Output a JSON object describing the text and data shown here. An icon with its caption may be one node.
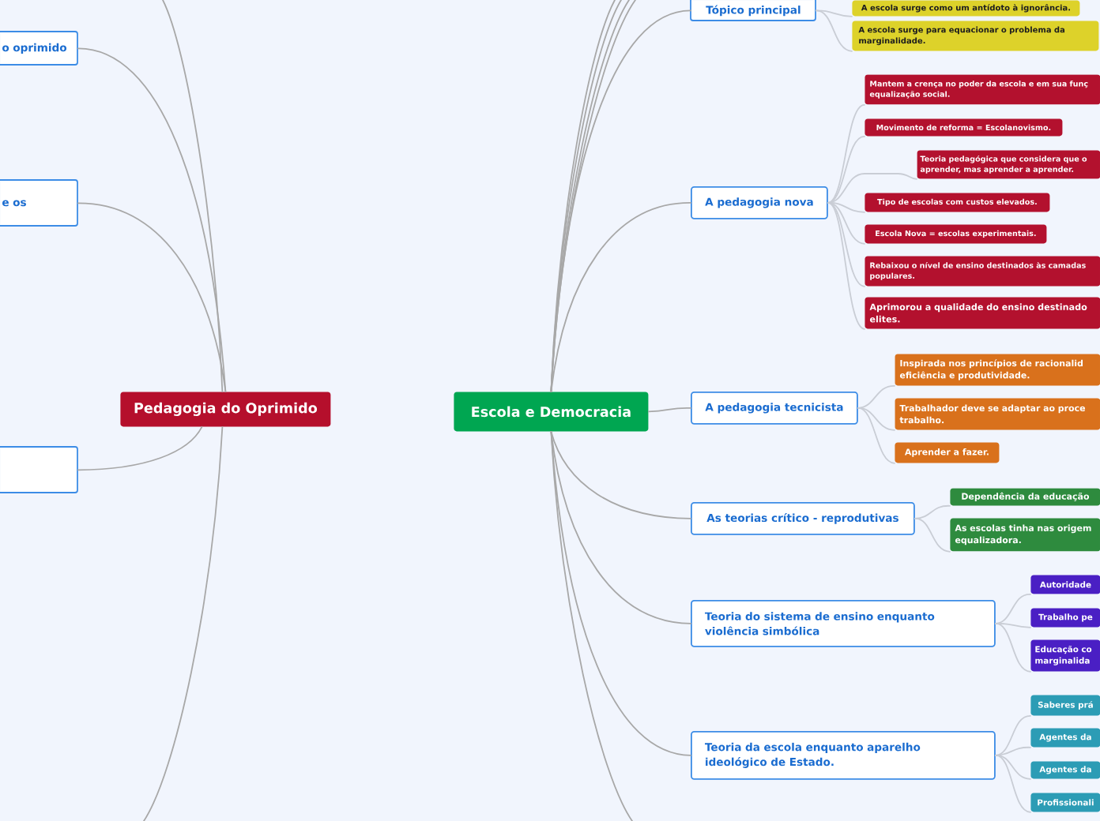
{
  "diagram": {
    "nodes": [
      {
        "text": [
          "Pedagogia do Oprimido"
        ]
      },
      {
        "text": [
          "Escola e Democracia"
        ]
      },
      {
        "text": [
          "o oprimido"
        ]
      },
      {
        "text": [
          "e os"
        ]
      },
      {
        "text": [],
        "shape": "box"
      },
      {
        "text": [
          "Tópico principal"
        ]
      },
      {
        "text": [
          "A escola surge como um antídoto à ignorância."
        ]
      },
      {
        "text": [
          "A escola surge para equacionar o problema da marginalidade."
        ]
      },
      {
        "text": [
          "A pedagogia nova"
        ]
      },
      {
        "text": [
          "Mantem a crença no poder da escola e em sua funç equalização social."
        ]
      },
      {
        "text": [
          "Movimento de reforma = Escolanovismo."
        ]
      },
      {
        "text": [
          "Teoria pedagógica que considera que o aprender, mas aprender a aprender."
        ]
      },
      {
        "text": [
          "Tipo de escolas com custos elevados."
        ]
      },
      {
        "text": [
          "Escola Nova = escolas experimentais."
        ]
      },
      {
        "text": [
          "Rebaixou o nível de ensino destinados às camadas populares."
        ]
      },
      {
        "text": [
          "Aprimorou a qualidade do ensino destinado elites."
        ]
      },
      {
        "text": [
          "A pedagogia tecnicista"
        ]
      },
      {
        "text": [
          "Inspirada nos princípios de racionalid eficiência e produtividade."
        ]
      },
      {
        "text": [
          "Trabalhador deve se adaptar ao proce trabalho."
        ]
      },
      {
        "text": [
          "Aprender a fazer."
        ]
      },
      {
        "text": [
          "As teorias crítico - reprodutivas"
        ]
      },
      {
        "text": [
          "Dependência da educação"
        ]
      },
      {
        "text": [
          "As escolas tinha nas origem equalizadora."
        ]
      },
      {
        "text": [
          "Teoria do sistema de ensino enquanto violência simbólica"
        ]
      },
      {
        "text": [
          "Autoridade"
        ]
      },
      {
        "text": [
          "Trabalho pe"
        ]
      },
      {
        "text": [
          "Educação co marginalida"
        ]
      },
      {
        "text": [
          "Teoria da escola enquanto aparelho ideológico de Estado."
        ]
      },
      {
        "text": [
          "Saberes prá"
        ]
      },
      {
        "text": [
          "Agentes da"
        ]
      },
      {
        "text": [
          "Agentes da"
        ]
      },
      {
        "text": [
          "Profissionali"
        ]
      }
    ],
    "edges": [
      {
        "from": 0,
        "to": null,
        "arrow": "none",
        "color": "#a8a8a8"
      },
      {
        "from": 0,
        "to": 2,
        "arrow": "none",
        "color": "#a8a8a8"
      },
      {
        "from": 0,
        "to": 3,
        "arrow": "none",
        "color": "#a8a8a8"
      },
      {
        "from": 0,
        "to": 4,
        "arrow": "none",
        "color": "#a8a8a8"
      },
      {
        "from": 0,
        "to": null,
        "arrow": "none",
        "color": "#a8a8a8"
      },
      {
        "from": 1,
        "to": null,
        "arrow": "none",
        "color": "#a8a8a8"
      },
      {
        "from": 1,
        "to": null,
        "arrow": "none",
        "color": "#a8a8a8"
      },
      {
        "from": 1,
        "to": null,
        "arrow": "none",
        "color": "#a8a8a8"
      },
      {
        "from": 1,
        "to": null,
        "arrow": "none",
        "color": "#a8a8a8"
      },
      {
        "from": 1,
        "to": 5,
        "arrow": "none",
        "color": "#a8a8a8"
      },
      {
        "from": 1,
        "to": 8,
        "arrow": "none",
        "color": "#a8a8a8"
      },
      {
        "from": 1,
        "to": 16,
        "arrow": "none",
        "color": "#a8a8a8"
      },
      {
        "from": 1,
        "to": 20,
        "arrow": "none",
        "color": "#a8a8a8"
      },
      {
        "from": 1,
        "to": 23,
        "arrow": "none",
        "color": "#a8a8a8"
      },
      {
        "from": 1,
        "to": 27,
        "arrow": "none",
        "color": "#a8a8a8"
      },
      {
        "from": 1,
        "to": null,
        "arrow": "none",
        "color": "#a8a8a8"
      },
      {
        "from": 5,
        "to": 6,
        "arrow": "none"
      },
      {
        "from": 5,
        "to": 7,
        "arrow": "none"
      },
      {
        "from": 8,
        "to": 9,
        "arrow": "none"
      },
      {
        "from": 8,
        "to": 10,
        "arrow": "none"
      },
      {
        "from": 8,
        "to": 11,
        "arrow": "none"
      },
      {
        "from": 8,
        "to": 12,
        "arrow": "none"
      },
      {
        "from": 8,
        "to": 13,
        "arrow": "none"
      },
      {
        "from": 8,
        "to": 14,
        "arrow": "none"
      },
      {
        "from": 8,
        "to": 15,
        "arrow": "none"
      },
      {
        "from": 16,
        "to": 17,
        "arrow": "none"
      },
      {
        "from": 16,
        "to": 18,
        "arrow": "none"
      },
      {
        "from": 16,
        "to": 19,
        "arrow": "none"
      },
      {
        "from": 20,
        "to": 21,
        "arrow": "none"
      },
      {
        "from": 20,
        "to": 22,
        "arrow": "none"
      },
      {
        "from": 23,
        "to": 24,
        "arrow": "none"
      },
      {
        "from": 23,
        "to": 25,
        "arrow": "none"
      },
      {
        "from": 23,
        "to": 26,
        "arrow": "none"
      },
      {
        "from": 27,
        "to": 28,
        "arrow": "none"
      },
      {
        "from": 27,
        "to": 29,
        "arrow": "none"
      },
      {
        "from": 27,
        "to": 30,
        "arrow": "none"
      },
      {
        "from": 27,
        "to": 31,
        "arrow": "none"
      }
    ]
  }
}
